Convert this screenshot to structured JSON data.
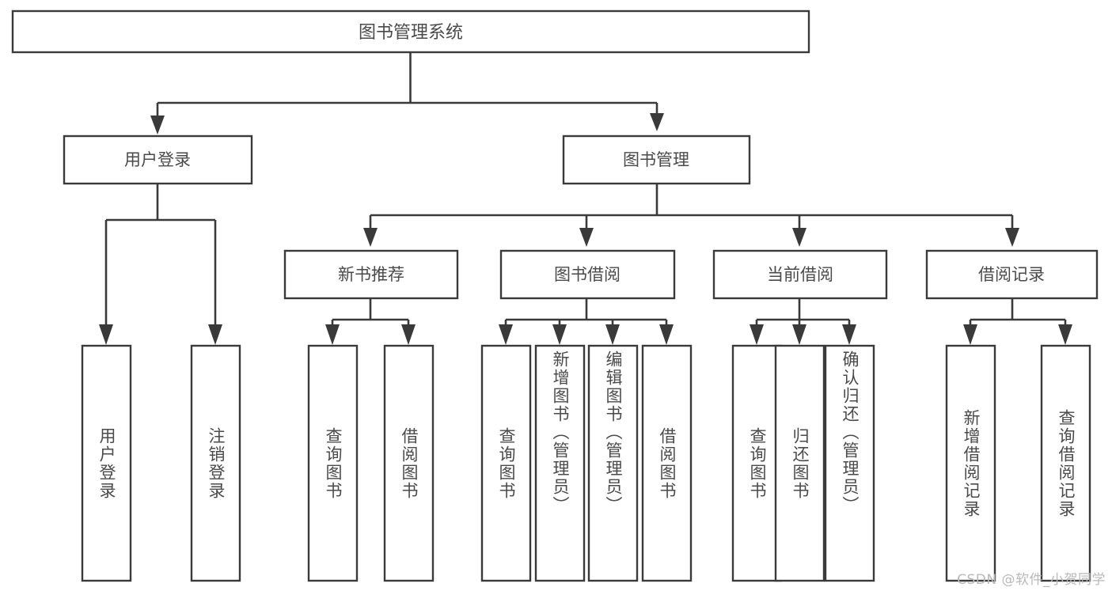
{
  "diagram": {
    "title": "图书管理系统",
    "type": "tree",
    "colors": {
      "stroke": "#3a3a3a",
      "text": "#4a4a4a",
      "background": "#ffffff",
      "watermark": "#b9b9b9"
    },
    "root": {
      "label": "图书管理系统"
    },
    "level2": [
      {
        "label": "用户登录"
      },
      {
        "label": "图书管理"
      }
    ],
    "level3": [
      {
        "label": "新书推荐"
      },
      {
        "label": "图书借阅"
      },
      {
        "label": "当前借阅"
      },
      {
        "label": "借阅记录"
      }
    ],
    "leaves": [
      {
        "label": "用户登录",
        "parent": "用户登录"
      },
      {
        "label": "注销登录",
        "parent": "用户登录"
      },
      {
        "label": "查询图书",
        "parent": "新书推荐"
      },
      {
        "label": "借阅图书",
        "parent": "新书推荐"
      },
      {
        "label": "查询图书",
        "parent": "图书借阅"
      },
      {
        "label": "新增图书（管理员）",
        "parent": "图书借阅"
      },
      {
        "label": "编辑图书（管理员）",
        "parent": "图书借阅"
      },
      {
        "label": "借阅图书",
        "parent": "图书借阅"
      },
      {
        "label": "查询图书",
        "parent": "当前借阅"
      },
      {
        "label": "归还图书",
        "parent": "当前借阅"
      },
      {
        "label": "确认归还（管理员）",
        "parent": "当前借阅"
      },
      {
        "label": "新增借阅记录",
        "parent": "借阅记录"
      },
      {
        "label": "查询借阅记录",
        "parent": "借阅记录"
      }
    ]
  },
  "watermark": {
    "text": "CSDN @软件_小贺同学"
  }
}
